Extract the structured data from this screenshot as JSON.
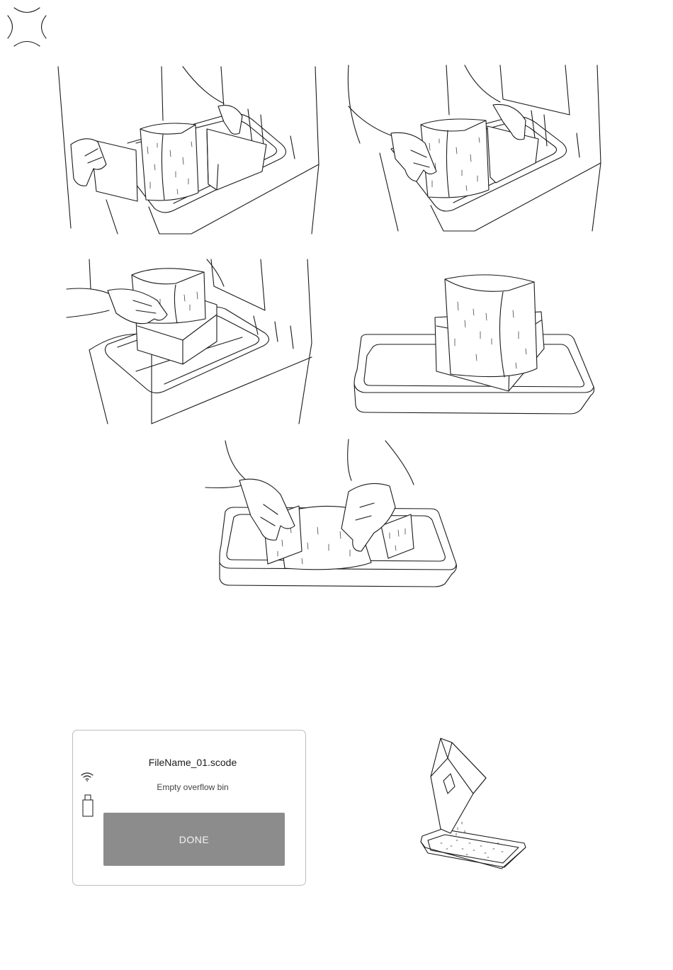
{
  "screen": {
    "file_name": "FileName_01.scode",
    "message": "Empty overflow bin",
    "done_label": "DONE"
  },
  "icons": {
    "logo": "brand-x-logo",
    "wifi": "wifi-icon",
    "usb": "usb-drive-icon"
  },
  "colors": {
    "button_fill": "#8c8c8c",
    "line_art": "#1a1a1a",
    "screen_border": "#bdbdbd"
  }
}
